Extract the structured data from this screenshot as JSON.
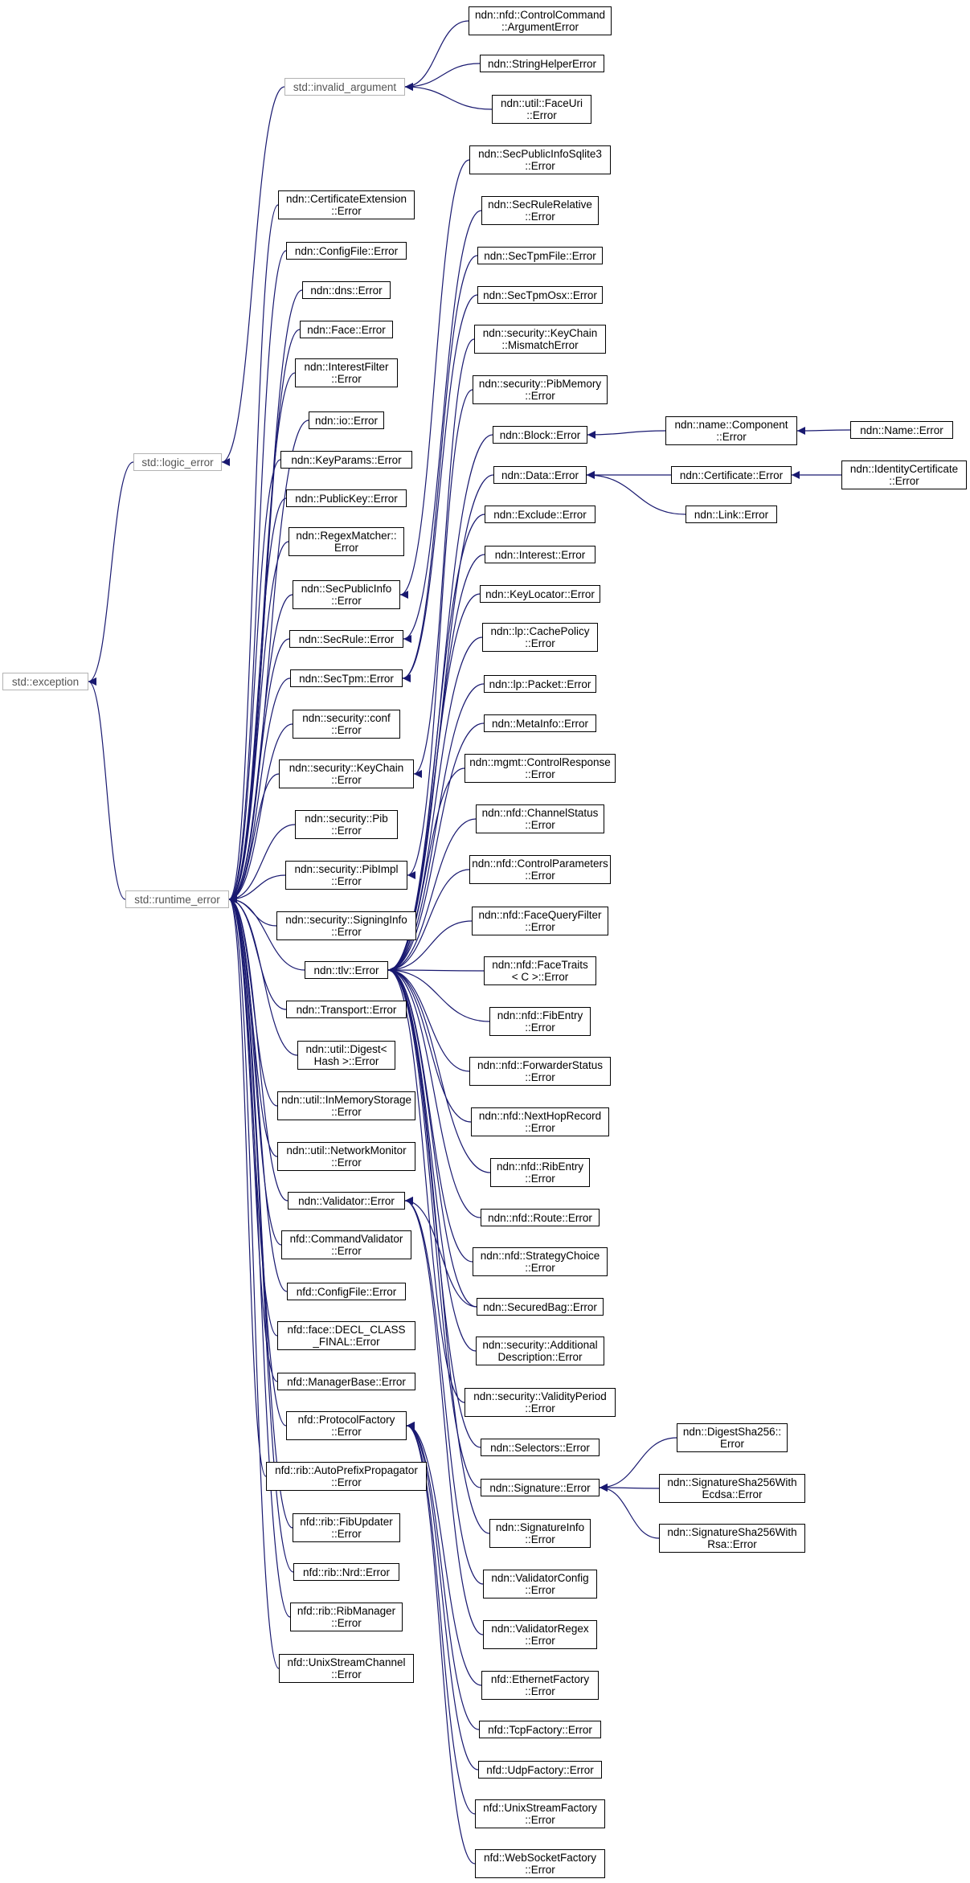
{
  "diagram": {
    "edge_color": "#191970",
    "nodes": {
      "exception": "std::exception",
      "logic_error": "std::logic_error",
      "runtime_error": "std::runtime_error",
      "invalid_argument": "std::invalid_argument",
      "cc_arg": "ndn::nfd::ControlCommand\n::ArgumentError",
      "string_helper": "ndn::StringHelperError",
      "faceuri": "ndn::util::FaceUri\n::Error",
      "cert_ext": "ndn::CertificateExtension\n::Error",
      "configfile": "ndn::ConfigFile::Error",
      "dns": "ndn::dns::Error",
      "face": "ndn::Face::Error",
      "interest_filter": "ndn::InterestFilter\n::Error",
      "io": "ndn::io::Error",
      "keyparams": "ndn::KeyParams::Error",
      "publickey": "ndn::PublicKey::Error",
      "regexmatcher": "ndn::RegexMatcher::\nError",
      "secpublicinfo": "ndn::SecPublicInfo\n::Error",
      "secrule": "ndn::SecRule::Error",
      "sectpm": "ndn::SecTpm::Error",
      "sec_conf": "ndn::security::conf\n::Error",
      "keychain": "ndn::security::KeyChain\n::Error",
      "pib": "ndn::security::Pib\n::Error",
      "pibimpl": "ndn::security::PibImpl\n::Error",
      "signinginfo": "ndn::security::SigningInfo\n::Error",
      "tlv": "ndn::tlv::Error",
      "transport": "ndn::Transport::Error",
      "digest": "ndn::util::Digest<\nHash >::Error",
      "inmemory": "ndn::util::InMemoryStorage\n::Error",
      "netmon": "ndn::util::NetworkMonitor\n::Error",
      "validator": "ndn::Validator::Error",
      "cmdvalidator": "nfd::CommandValidator\n::Error",
      "nfd_configfile": "nfd::ConfigFile::Error",
      "decl_class": "nfd::face::DECL_CLASS\n_FINAL::Error",
      "managerbase": "nfd::ManagerBase::Error",
      "protocolfactory": "nfd::ProtocolFactory\n::Error",
      "autoprefix": "nfd::rib::AutoPrefixPropagator\n::Error",
      "fibupdater": "nfd::rib::FibUpdater\n::Error",
      "nrd": "nfd::rib::Nrd::Error",
      "ribmanager": "nfd::rib::RibManager\n::Error",
      "unixstreamchannel": "nfd::UnixStreamChannel\n::Error",
      "sqlite3": "ndn::SecPublicInfoSqlite3\n::Error",
      "secrulerel": "ndn::SecRuleRelative\n::Error",
      "sectpmfile": "ndn::SecTpmFile::Error",
      "sectpmosx": "ndn::SecTpmOsx::Error",
      "kc_mismatch": "ndn::security::KeyChain\n::MismatchError",
      "pibmemory": "ndn::security::PibMemory\n::Error",
      "block": "ndn::Block::Error",
      "data": "ndn::Data::Error",
      "exclude": "ndn::Exclude::Error",
      "interest": "ndn::Interest::Error",
      "keylocator": "ndn::KeyLocator::Error",
      "cachepolicy": "ndn::lp::CachePolicy\n::Error",
      "lppacket": "ndn::lp::Packet::Error",
      "metainfo": "ndn::MetaInfo::Error",
      "controlresponse": "ndn::mgmt::ControlResponse\n::Error",
      "channelstatus": "ndn::nfd::ChannelStatus\n::Error",
      "controlparams": "ndn::nfd::ControlParameters\n::Error",
      "facequery": "ndn::nfd::FaceQueryFilter\n::Error",
      "facetraits": "ndn::nfd::FaceTraits\n< C >::Error",
      "fibentry": "ndn::nfd::FibEntry\n::Error",
      "fwdstatus": "ndn::nfd::ForwarderStatus\n::Error",
      "nexthop": "ndn::nfd::NextHopRecord\n::Error",
      "ribentry": "ndn::nfd::RibEntry\n::Error",
      "route": "ndn::nfd::Route::Error",
      "strategychoice": "ndn::nfd::StrategyChoice\n::Error",
      "securedbag": "ndn::SecuredBag::Error",
      "additional": "ndn::security::Additional\nDescription::Error",
      "validity": "ndn::security::ValidityPeriod\n::Error",
      "selectors": "ndn::Selectors::Error",
      "signature": "ndn::Signature::Error",
      "signatureinfo": "ndn::SignatureInfo\n::Error",
      "validatorconfig": "ndn::ValidatorConfig\n::Error",
      "validatorregex": "ndn::ValidatorRegex\n::Error",
      "ethernetfactory": "nfd::EthernetFactory\n::Error",
      "tcpfactory": "nfd::TcpFactory::Error",
      "udpfactory": "nfd::UdpFactory::Error",
      "unixstreamfactory": "nfd::UnixStreamFactory\n::Error",
      "websocketfactory": "nfd::WebSocketFactory\n::Error",
      "namecomponent": "ndn::name::Component\n::Error",
      "name": "ndn::Name::Error",
      "certificate": "ndn::Certificate::Error",
      "identitycert": "ndn::IdentityCertificate\n::Error",
      "link": "ndn::Link::Error",
      "digestsha256": "ndn::DigestSha256::\nError",
      "ecdsa": "ndn::SignatureSha256With\nEcdsa::Error",
      "rsa": "ndn::SignatureSha256With\nRsa::Error"
    },
    "edges": [
      [
        "logic_error",
        "exception"
      ],
      [
        "runtime_error",
        "exception"
      ],
      [
        "invalid_argument",
        "logic_error"
      ],
      [
        "cc_arg",
        "invalid_argument"
      ],
      [
        "string_helper",
        "invalid_argument"
      ],
      [
        "faceuri",
        "invalid_argument"
      ],
      [
        "cert_ext",
        "runtime_error"
      ],
      [
        "configfile",
        "runtime_error"
      ],
      [
        "dns",
        "runtime_error"
      ],
      [
        "face",
        "runtime_error"
      ],
      [
        "interest_filter",
        "runtime_error"
      ],
      [
        "io",
        "runtime_error"
      ],
      [
        "keyparams",
        "runtime_error"
      ],
      [
        "publickey",
        "runtime_error"
      ],
      [
        "regexmatcher",
        "runtime_error"
      ],
      [
        "secpublicinfo",
        "runtime_error"
      ],
      [
        "secrule",
        "runtime_error"
      ],
      [
        "sectpm",
        "runtime_error"
      ],
      [
        "sec_conf",
        "runtime_error"
      ],
      [
        "keychain",
        "runtime_error"
      ],
      [
        "pib",
        "runtime_error"
      ],
      [
        "pibimpl",
        "runtime_error"
      ],
      [
        "signinginfo",
        "runtime_error"
      ],
      [
        "tlv",
        "runtime_error"
      ],
      [
        "transport",
        "runtime_error"
      ],
      [
        "digest",
        "runtime_error"
      ],
      [
        "inmemory",
        "runtime_error"
      ],
      [
        "netmon",
        "runtime_error"
      ],
      [
        "validator",
        "runtime_error"
      ],
      [
        "cmdvalidator",
        "runtime_error"
      ],
      [
        "nfd_configfile",
        "runtime_error"
      ],
      [
        "decl_class",
        "runtime_error"
      ],
      [
        "managerbase",
        "runtime_error"
      ],
      [
        "protocolfactory",
        "runtime_error"
      ],
      [
        "autoprefix",
        "runtime_error"
      ],
      [
        "fibupdater",
        "runtime_error"
      ],
      [
        "nrd",
        "runtime_error"
      ],
      [
        "ribmanager",
        "runtime_error"
      ],
      [
        "unixstreamchannel",
        "runtime_error"
      ],
      [
        "sqlite3",
        "secpublicinfo"
      ],
      [
        "secrulerel",
        "secrule"
      ],
      [
        "sectpmfile",
        "sectpm"
      ],
      [
        "sectpmosx",
        "sectpm"
      ],
      [
        "kc_mismatch",
        "keychain"
      ],
      [
        "pibmemory",
        "pibimpl"
      ],
      [
        "block",
        "tlv"
      ],
      [
        "data",
        "tlv"
      ],
      [
        "exclude",
        "tlv"
      ],
      [
        "interest",
        "tlv"
      ],
      [
        "keylocator",
        "tlv"
      ],
      [
        "cachepolicy",
        "tlv"
      ],
      [
        "lppacket",
        "tlv"
      ],
      [
        "metainfo",
        "tlv"
      ],
      [
        "controlresponse",
        "tlv"
      ],
      [
        "channelstatus",
        "tlv"
      ],
      [
        "controlparams",
        "tlv"
      ],
      [
        "facequery",
        "tlv"
      ],
      [
        "facetraits",
        "tlv"
      ],
      [
        "fibentry",
        "tlv"
      ],
      [
        "fwdstatus",
        "tlv"
      ],
      [
        "nexthop",
        "tlv"
      ],
      [
        "ribentry",
        "tlv"
      ],
      [
        "route",
        "tlv"
      ],
      [
        "strategychoice",
        "tlv"
      ],
      [
        "securedbag",
        "tlv"
      ],
      [
        "additional",
        "tlv"
      ],
      [
        "validity",
        "tlv"
      ],
      [
        "selectors",
        "tlv"
      ],
      [
        "signature",
        "tlv"
      ],
      [
        "signatureinfo",
        "tlv"
      ],
      [
        "securedbag",
        "validator"
      ],
      [
        "validatorconfig",
        "validator"
      ],
      [
        "validatorregex",
        "validator"
      ],
      [
        "ethernetfactory",
        "protocolfactory"
      ],
      [
        "tcpfactory",
        "protocolfactory"
      ],
      [
        "udpfactory",
        "protocolfactory"
      ],
      [
        "unixstreamfactory",
        "protocolfactory"
      ],
      [
        "websocketfactory",
        "protocolfactory"
      ],
      [
        "namecomponent",
        "block"
      ],
      [
        "name",
        "namecomponent"
      ],
      [
        "certificate",
        "data"
      ],
      [
        "link",
        "data"
      ],
      [
        "identitycert",
        "certificate"
      ],
      [
        "digestsha256",
        "signature"
      ],
      [
        "ecdsa",
        "signature"
      ],
      [
        "rsa",
        "signature"
      ]
    ]
  }
}
